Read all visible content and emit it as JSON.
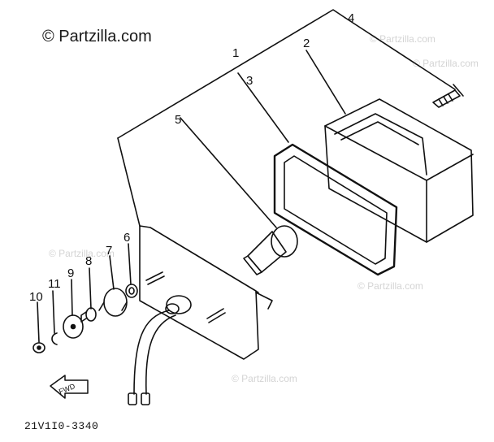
{
  "watermark": "© Partzilla.com",
  "part_code": "21V1I0-3340",
  "fwd_label": "FWD",
  "callouts": [
    "1",
    "2",
    "3",
    "4",
    "5",
    "6",
    "7",
    "8",
    "9",
    "10",
    "11"
  ]
}
